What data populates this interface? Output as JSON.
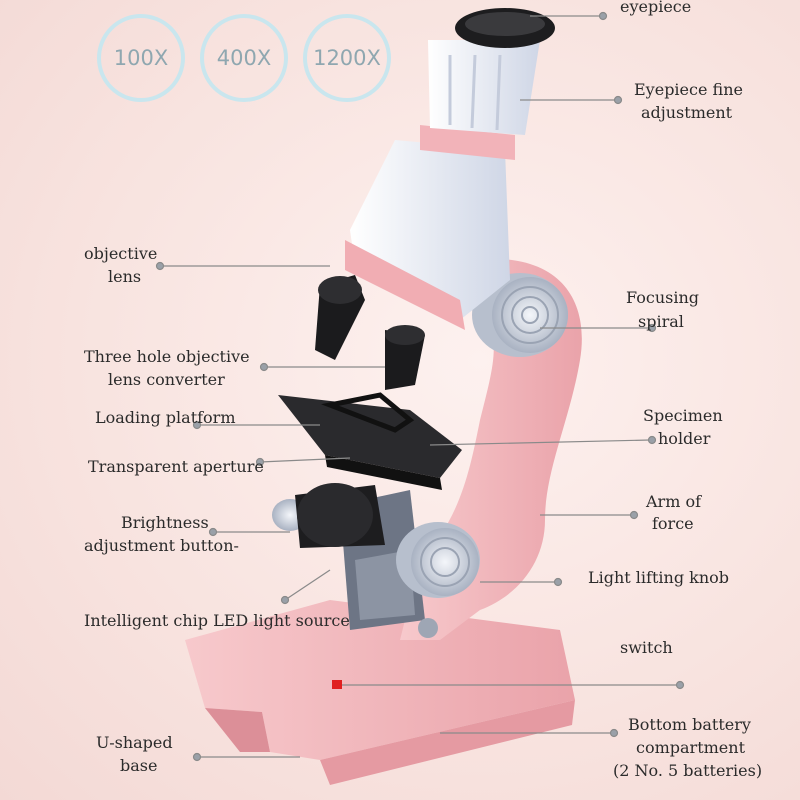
{
  "magnifications": [
    "100X",
    "400X",
    "1200X"
  ],
  "labels": {
    "eyepiece": "eyepiece",
    "eyepiece_fine_1": "Eyepiece fine",
    "eyepiece_fine_2": "adjustment",
    "objective_1": "objective",
    "objective_2": "lens",
    "focusing_1": "Focusing",
    "focusing_2": "spiral",
    "three_hole_1": "Three hole objective",
    "three_hole_2": "lens converter",
    "loading_platform": "Loading platform",
    "specimen_1": "Specimen",
    "specimen_2": "holder",
    "transparent": "Transparent aperture",
    "arm_1": "Arm of",
    "arm_2": "force",
    "brightness_1": "Brightness",
    "brightness_2": "adjustment button-",
    "light_lifting": "Light lifting knob",
    "led": "Intelligent chip LED light source",
    "switch": "switch",
    "u_base_1": "U-shaped",
    "u_base_2": "base",
    "battery_1": "Bottom battery",
    "battery_2": "compartment",
    "battery_3": "(2 No. 5 batteries)"
  },
  "colors": {
    "body_pink": "#f2b6bb",
    "tube_white": "#e8ecf5",
    "label_text": "#2b2b2b",
    "badge_ring": "#c9e6ee"
  }
}
